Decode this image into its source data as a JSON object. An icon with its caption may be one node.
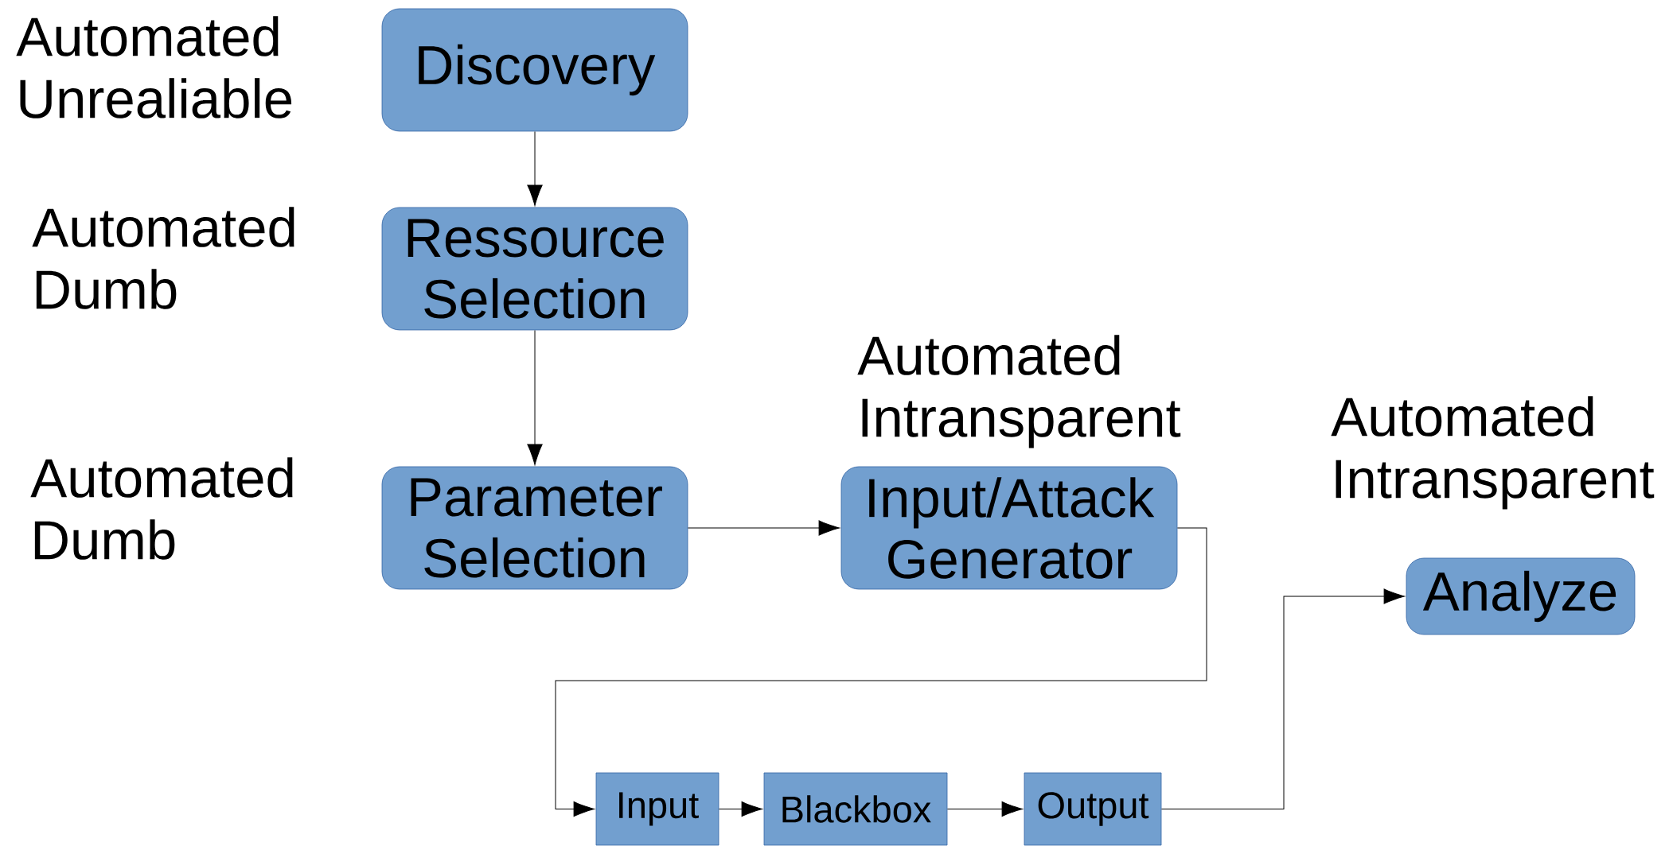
{
  "diagram": {
    "nodes": [
      {
        "text": [
          "Discovery"
        ],
        "beside": [
          "Automated Unrealiable"
        ]
      },
      {
        "text": [
          "Ressource Selection"
        ],
        "beside": [
          "Automated Dumb"
        ]
      },
      {
        "text": [
          "Parameter Selection"
        ],
        "beside": [
          "Automated Dumb"
        ]
      },
      {
        "text": [
          "Input/Attack Generator"
        ],
        "beside": [
          "Automated Intransparent"
        ]
      },
      {
        "text": [
          "Analyze"
        ],
        "beside": [
          "Automated Intransparent"
        ]
      },
      {
        "text": [
          "Input"
        ]
      },
      {
        "text": [
          "Blackbox"
        ]
      },
      {
        "text": [
          "Output"
        ]
      }
    ],
    "edges": [
      {
        "from": 0,
        "to": 1,
        "arrow": "to"
      },
      {
        "from": 1,
        "to": 2,
        "arrow": "to"
      },
      {
        "from": 2,
        "to": 3,
        "arrow": "to"
      },
      {
        "from": 3,
        "to": 5,
        "arrow": "to"
      },
      {
        "from": 5,
        "to": 6,
        "arrow": "to"
      },
      {
        "from": 6,
        "to": 7,
        "arrow": "to"
      },
      {
        "from": 7,
        "to": 4,
        "arrow": "to"
      }
    ]
  }
}
